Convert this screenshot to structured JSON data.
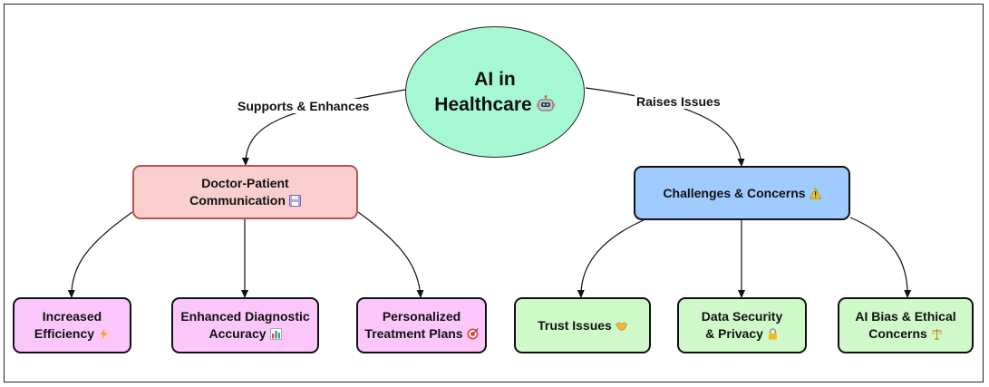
{
  "root": {
    "label": "AI in\nHealthcare",
    "icon": "robot-icon"
  },
  "edge_labels": {
    "left": "Supports & Enhances",
    "right": "Raises Issues"
  },
  "branches": {
    "left": {
      "label": "Doctor-Patient\nCommunication",
      "icon": "floppy-disk-icon",
      "color": "#f8cfcd",
      "border": "#b85450"
    },
    "right": {
      "label": "Challenges & Concerns",
      "icon": "warning-icon",
      "color": "#9fcbff",
      "border": "#111111"
    }
  },
  "leaves": [
    {
      "label": "Increased\nEfficiency",
      "icon": "lightning-icon",
      "color": "#fbc7fb"
    },
    {
      "label": "Enhanced Diagnostic\nAccuracy",
      "icon": "bar-chart-icon",
      "color": "#fbc7fb"
    },
    {
      "label": "Personalized\nTreatment Plans",
      "icon": "target-icon",
      "color": "#fbc7fb"
    },
    {
      "label": "Trust Issues",
      "icon": "handshake-icon",
      "color": "#cff9c9"
    },
    {
      "label": "Data Security\n& Privacy",
      "icon": "lock-icon",
      "color": "#cff9c9"
    },
    {
      "label": "AI Bias & Ethical\nConcerns",
      "icon": "scales-icon",
      "color": "#cff9c9"
    }
  ]
}
